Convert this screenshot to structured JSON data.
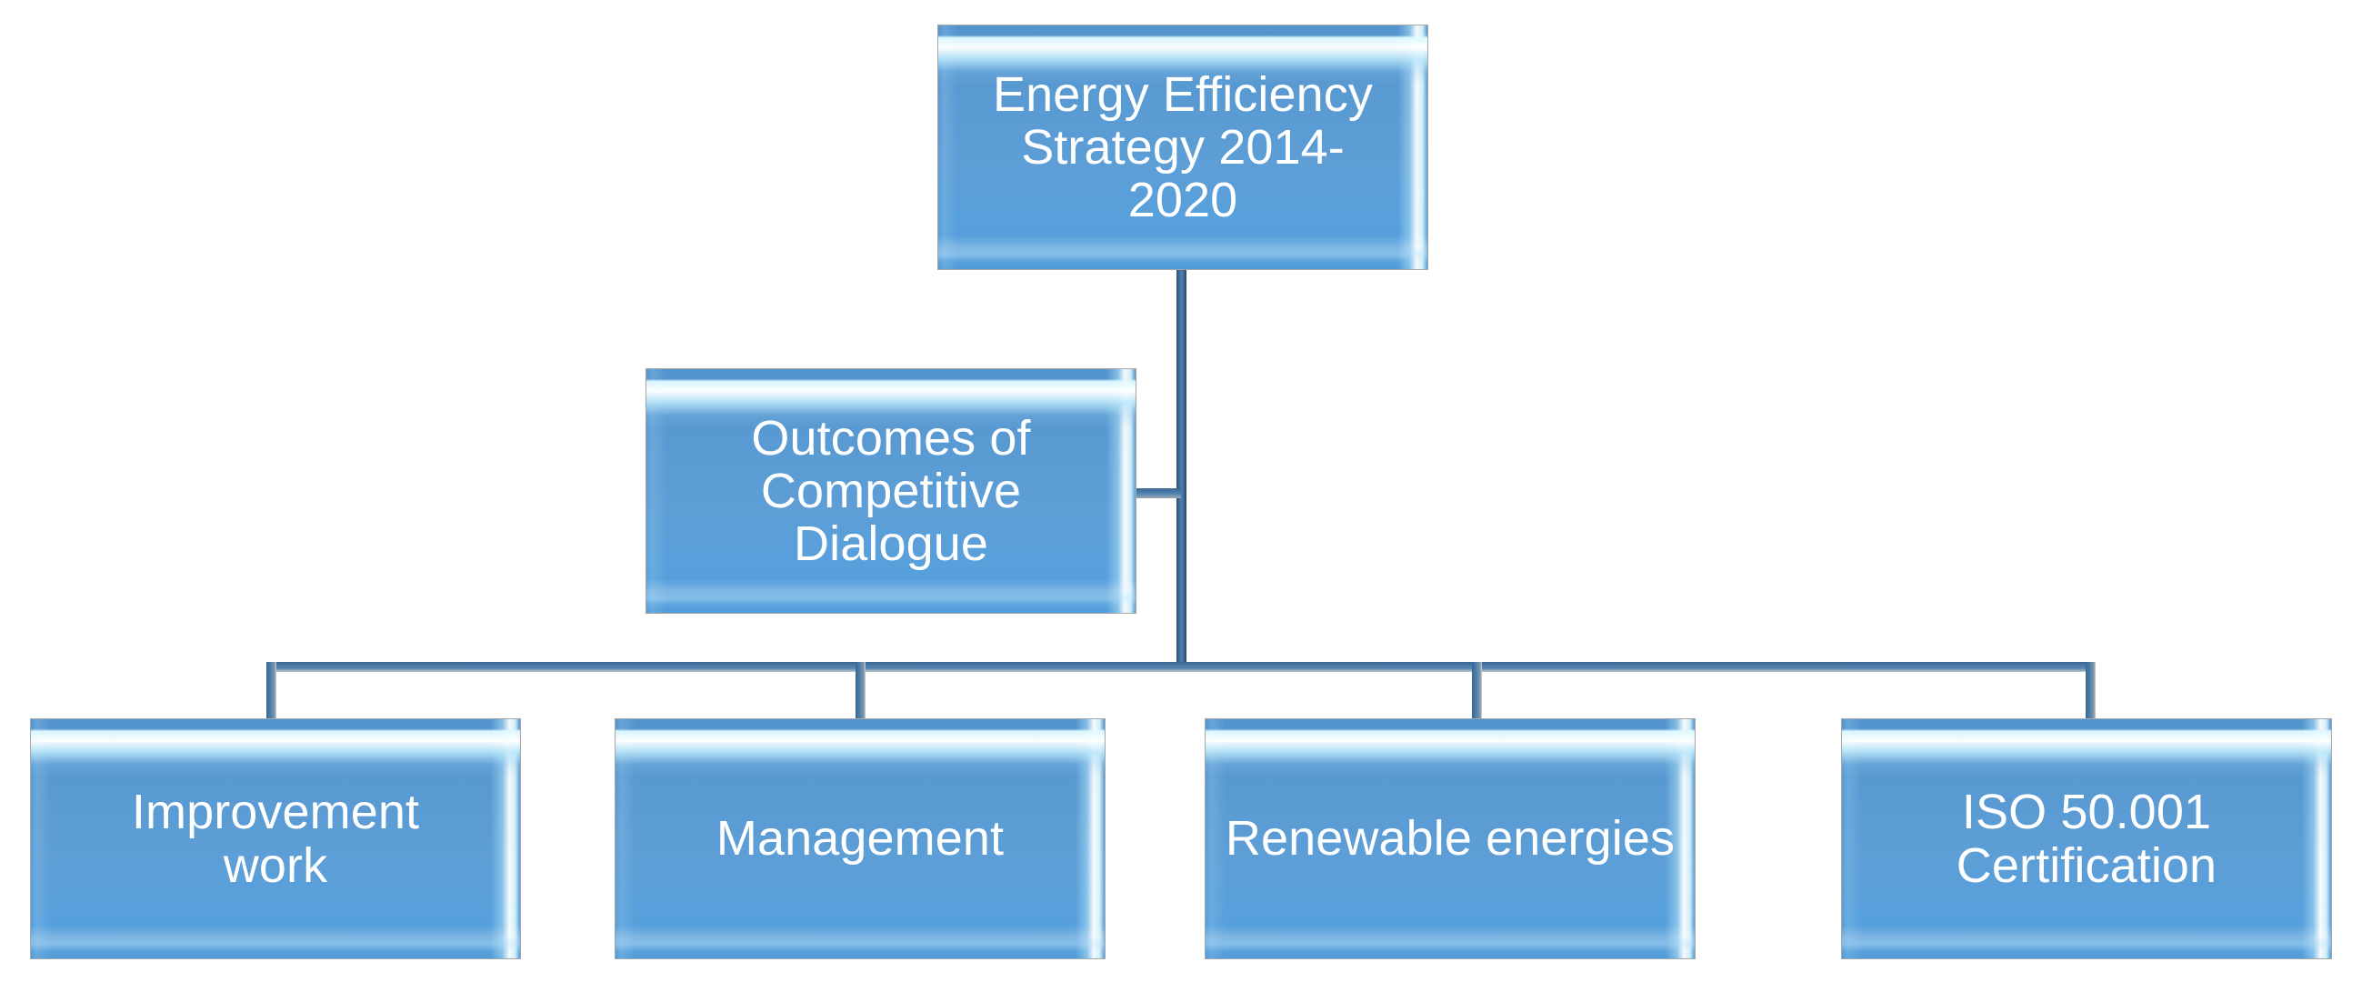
{
  "diagram": {
    "type": "organization-hierarchy",
    "title": "Energy Efficiency Strategy 2014-2020 structure",
    "background_color": "#FFFFFF",
    "node_fill_color": "#5A9AD2",
    "node_text_color": "#FFFFFF",
    "node_border_color": "#A6A6A6",
    "connector_color": "#4E81AE",
    "trunk_color": "#2F4F6B"
  },
  "nodes": {
    "root": {
      "label": "Energy Efficiency Strategy 2014-2020",
      "display_label": "Energy Efficiency\nStrategy 2014-\n2020",
      "level": 1
    },
    "assistant": {
      "label": "Outcomes of Competitive Dialogue",
      "display_label": "Outcomes of\nCompetitive\nDialogue",
      "level": 2
    },
    "children": [
      {
        "label": "Improvement work",
        "display_label": "Improvement\nwork",
        "level": 3
      },
      {
        "label": "Management",
        "display_label": "Management",
        "level": 3
      },
      {
        "label": "Renewable energies",
        "display_label": "Renewable energies",
        "level": 3
      },
      {
        "label": "ISO 50.001 Certification",
        "display_label": "ISO 50.001\nCertification",
        "level": 3
      }
    ]
  }
}
